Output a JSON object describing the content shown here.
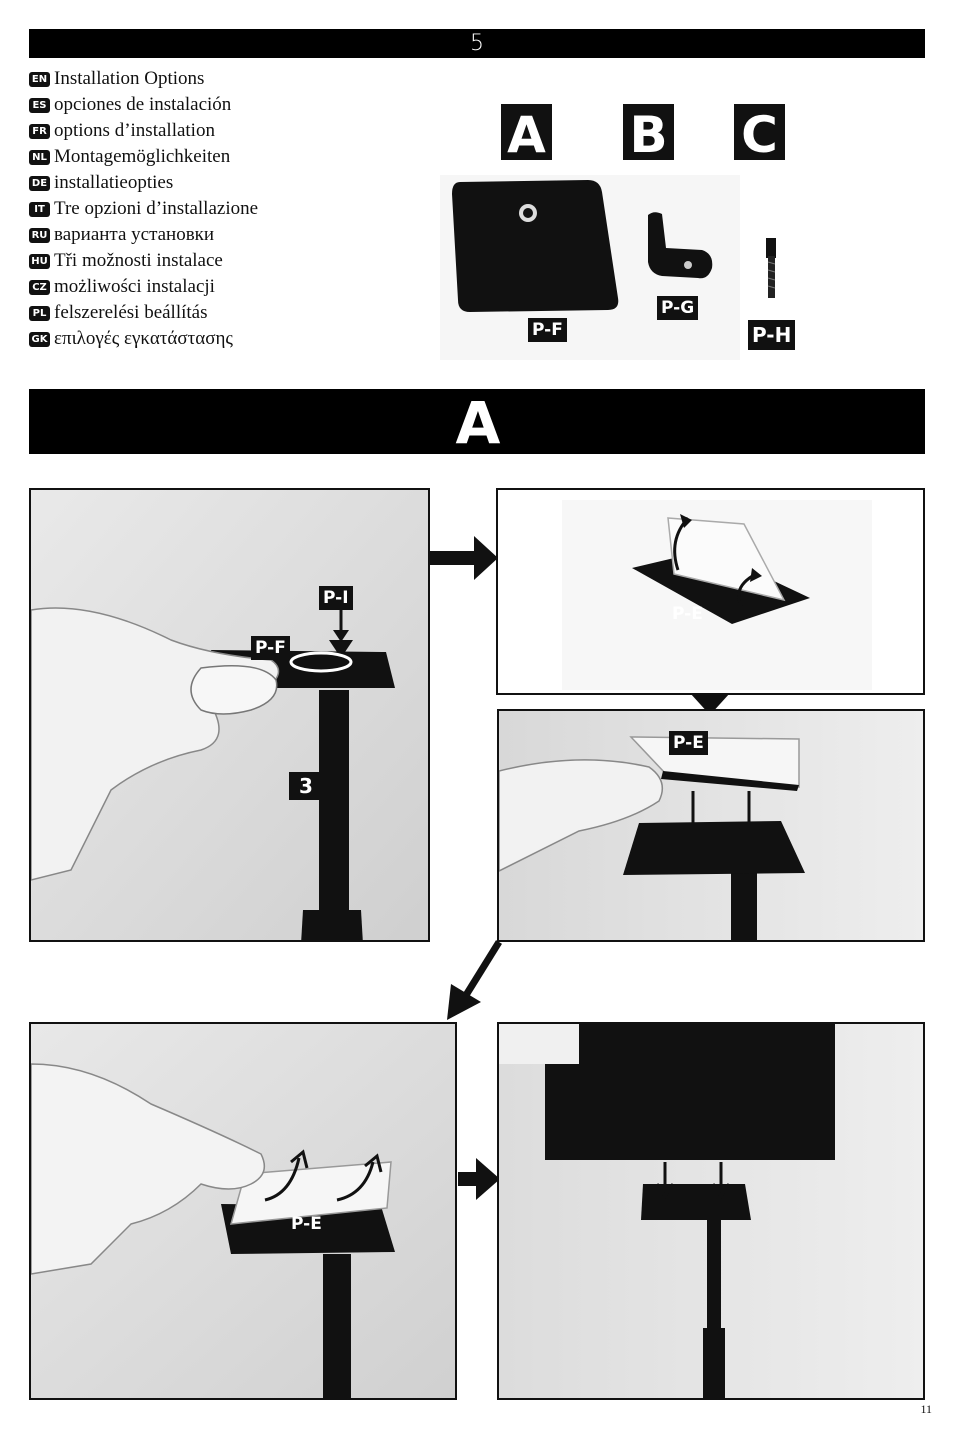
{
  "header": {
    "step_number": "5"
  },
  "installation_options": [
    {
      "code": "EN",
      "text": "Installation Options"
    },
    {
      "code": "ES",
      "text": "opciones de instalación"
    },
    {
      "code": "FR",
      "text": "options d’installation"
    },
    {
      "code": "NL",
      "text": "Montagemöglichkeiten"
    },
    {
      "code": "DE",
      "text": "installatieopties"
    },
    {
      "code": "IT",
      "text": "Tre opzioni d’installazione"
    },
    {
      "code": "RU",
      "text": "варианта установки"
    },
    {
      "code": "HU",
      "text": "Tři možnosti instalace"
    },
    {
      "code": "CZ",
      "text": "możliwości instalacji"
    },
    {
      "code": "PL",
      "text": "felszerelési beállítás"
    },
    {
      "code": "GK",
      "text": "επιλογές εγκατάστασης"
    }
  ],
  "option_letters": [
    "A",
    "B",
    "C"
  ],
  "parts": {
    "pf": "P-F",
    "pg": "P-G",
    "ph": "P-H"
  },
  "section_title": "A",
  "steps": {
    "step1": {
      "pi": "P-I",
      "pf": "P-F",
      "stand": "3"
    },
    "step2": {
      "pe": "P-E"
    },
    "step3": {
      "pe": "P-E"
    },
    "step4": {
      "pe": "P-E"
    }
  },
  "page_number": "11",
  "colors": {
    "ink": "#111111",
    "paper": "#ffffff"
  }
}
